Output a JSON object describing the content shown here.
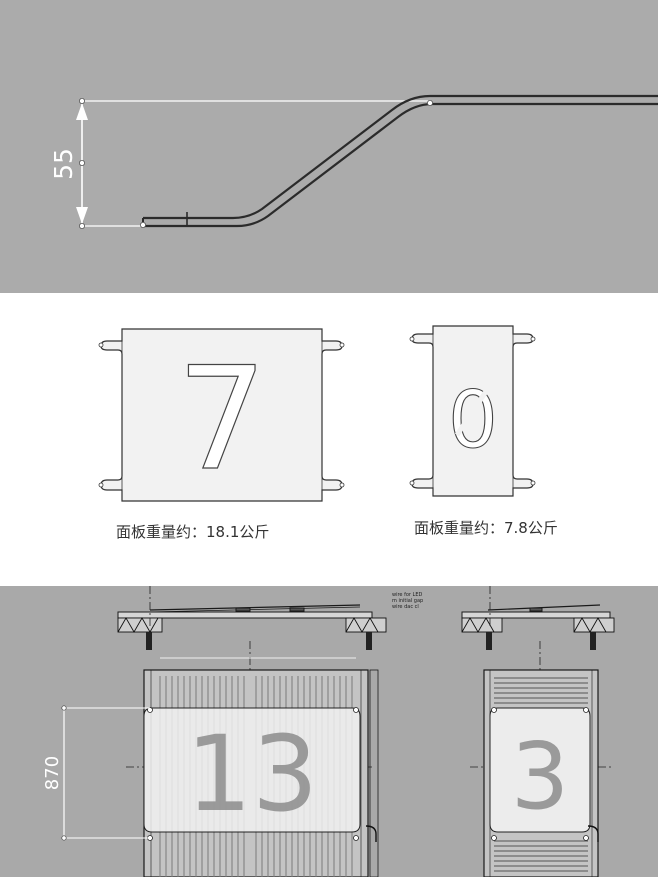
{
  "section_top": {
    "dimension_label": "55"
  },
  "section_middle": {
    "panel_left": {
      "number": "7",
      "caption": "面板重量约：18.1公斤"
    },
    "panel_right": {
      "number": "0",
      "caption": "面板重量约：7.8公斤"
    }
  },
  "section_bottom": {
    "dimension_label": "870",
    "panel_left_number": "13",
    "panel_right_number": "3",
    "annotation_lines": [
      "wire for LED",
      "m  initial gap",
      "wire dac cl"
    ]
  },
  "colors": {
    "top_background": "#ababab",
    "bottom_background": "#a9a9a9",
    "panel_fill": "#f2f2f2",
    "stroke": "#333333"
  }
}
